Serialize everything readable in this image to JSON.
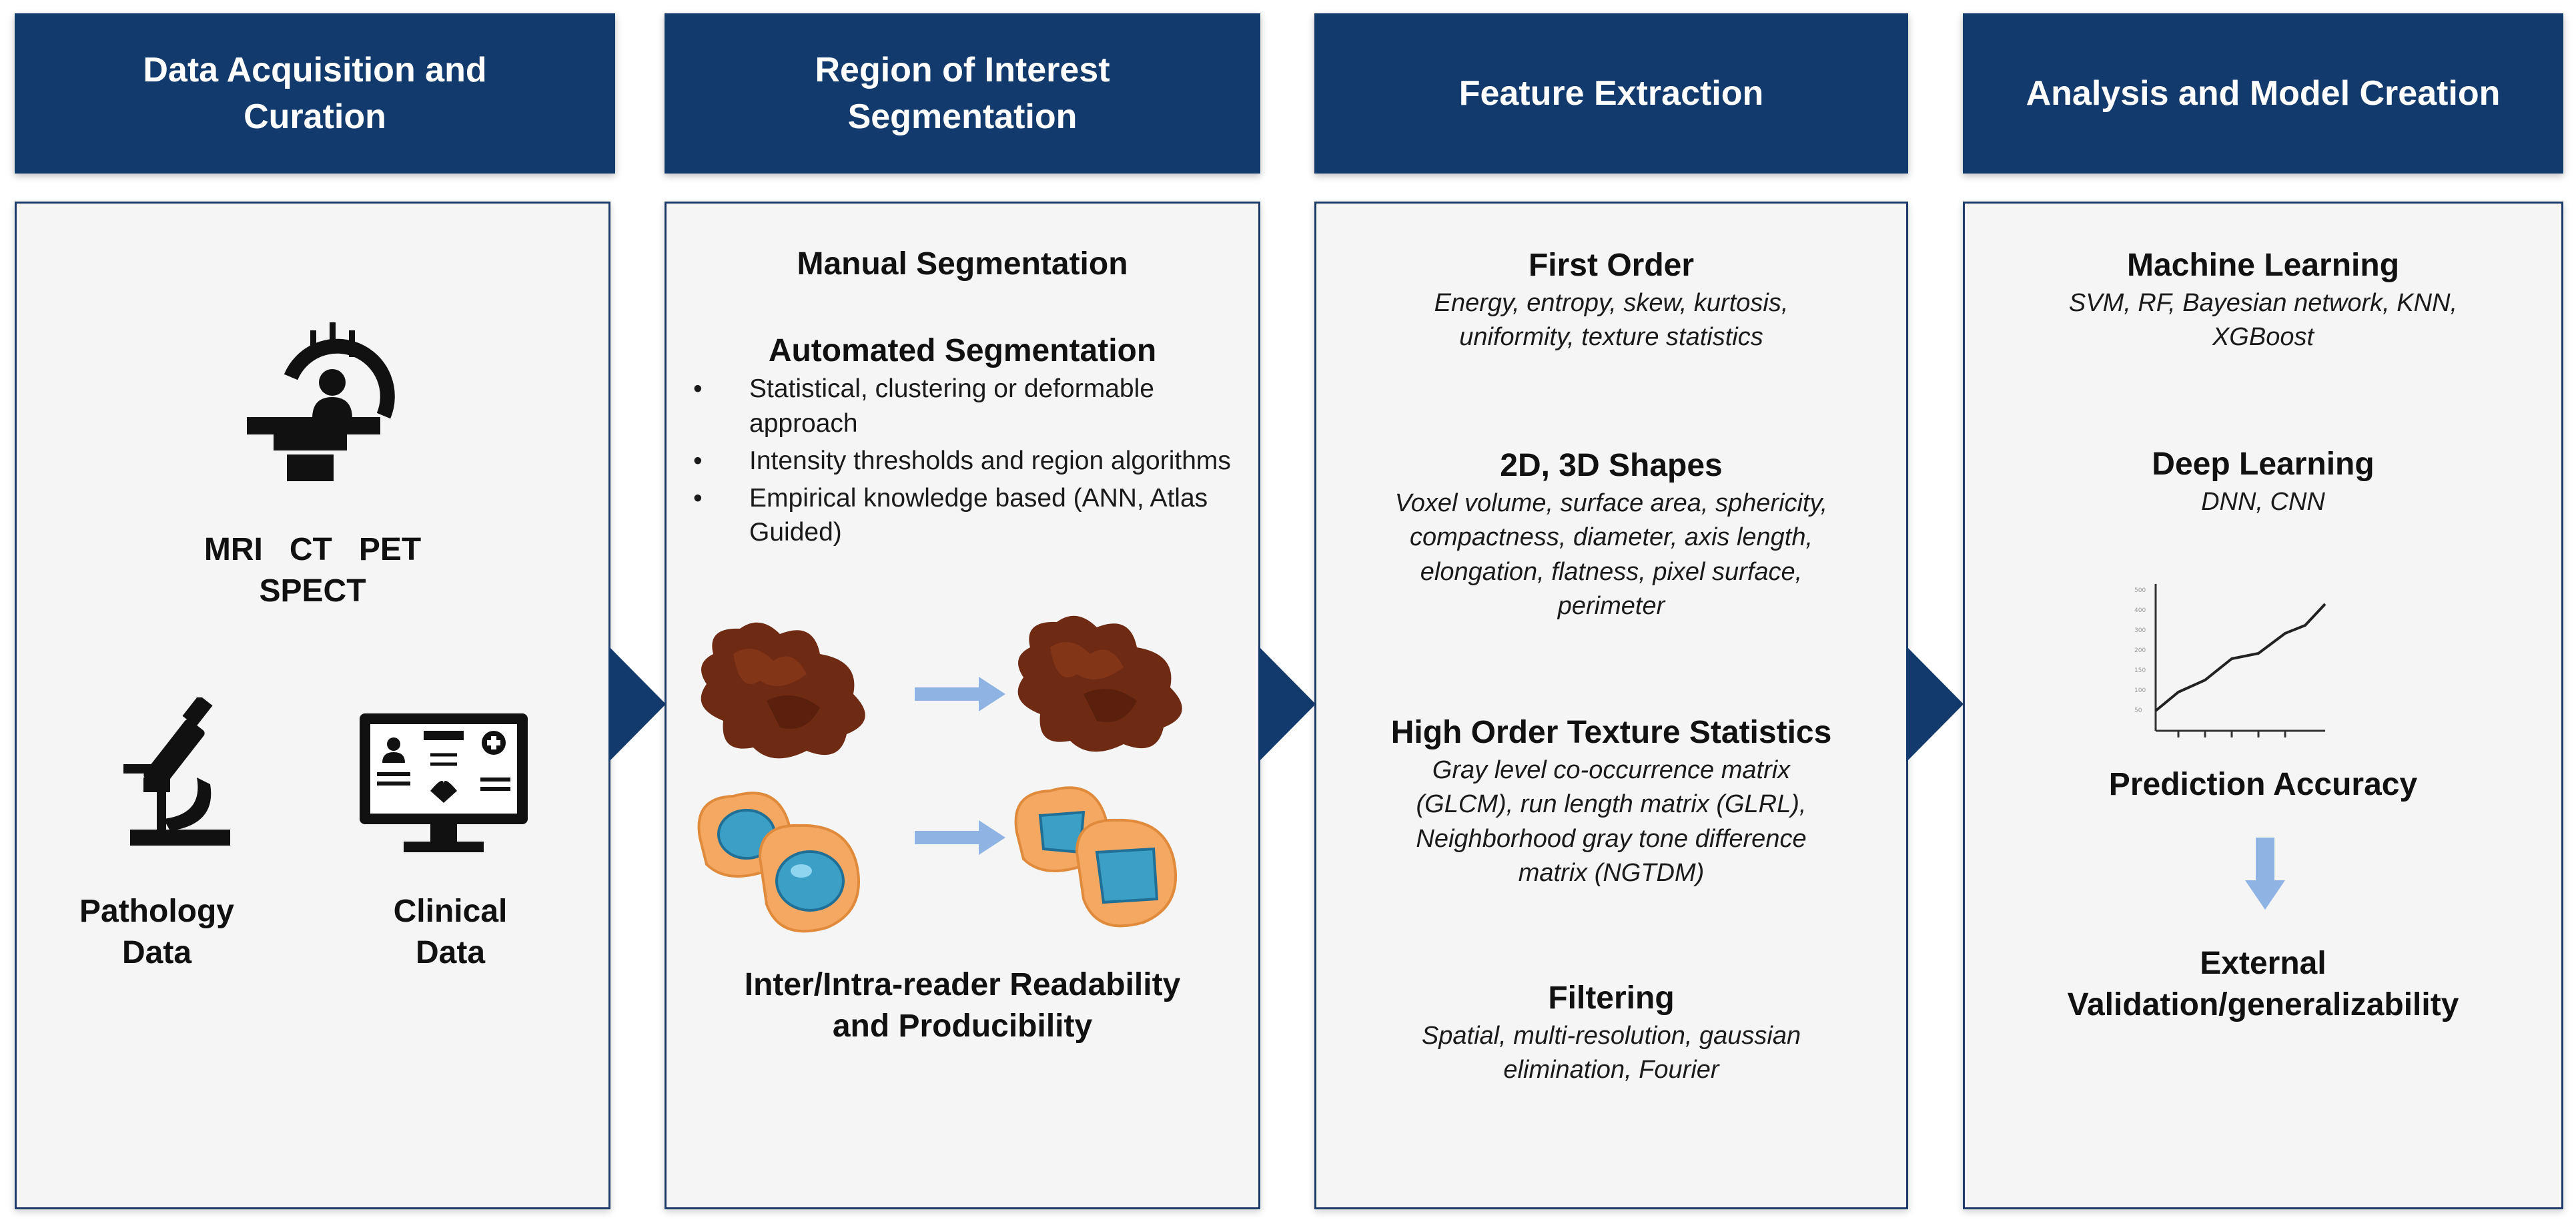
{
  "headers": [
    {
      "line1": "Data Acquisition and",
      "line2": "Curation"
    },
    {
      "line1": "Region of Interest",
      "line2": "Segmentation"
    },
    {
      "line1": "Feature Extraction"
    },
    {
      "line1": "Analysis and Model Creation"
    }
  ],
  "panel1": {
    "modalities_line1": "MRI   CT   PET",
    "modalities_line2": "SPECT",
    "pathology_line1": "Pathology",
    "pathology_line2": "Data",
    "clinical_line1": "Clinical",
    "clinical_line2": "Data"
  },
  "panel2": {
    "manual_title": "Manual Segmentation",
    "automated_title": "Automated Segmentation",
    "bullet_char": "•",
    "bullets": [
      "Statistical, clustering or deformable approach",
      "Intensity thresholds and region algorithms",
      "Empirical knowledge based (ANN, Atlas Guided)"
    ],
    "reader_line1": "Inter/Intra-reader Readability",
    "reader_line2": "and Producibility"
  },
  "panel3": {
    "first_order": {
      "title": "First Order",
      "line1": "Energy, entropy, skew, kurtosis,",
      "line2": "uniformity, texture statistics"
    },
    "shapes": {
      "title": "2D, 3D Shapes",
      "line1": "Voxel volume, surface area, sphericity,",
      "line2": "compactness, diameter, axis length,",
      "line3": "elongation, flatness, pixel surface,",
      "line4": "perimeter"
    },
    "texture": {
      "title": "High Order Texture Statistics",
      "line1": "Gray level co-occurrence matrix",
      "line2": "(GLCM), run length matrix (GLRL),",
      "line3": "Neighborhood gray tone difference",
      "line4": "matrix (NGTDM)"
    },
    "filtering": {
      "title": "Filtering",
      "line1": "Spatial, multi-resolution, gaussian",
      "line2": "elimination, Fourier"
    }
  },
  "panel4": {
    "ml_title": "Machine Learning",
    "ml_line1": "SVM, RF, Bayesian network, KNN,",
    "ml_line2": "XGBoost",
    "dl_title": "Deep Learning",
    "dl_line1": "DNN, CNN",
    "prediction": "Prediction Accuracy",
    "external_line1": "External",
    "external_line2": "Validation/generalizability"
  },
  "colors": {
    "header_bg": "#133a6d",
    "header_text": "#ffffff",
    "panel_bg": "#f5f5f5",
    "panel_border": "#1d3b66",
    "connector_arrow": "#133a6d",
    "flow_arrow": "#8fb4e3",
    "tumor": "#6e2a13",
    "cell_outer": "#f4a862",
    "cell_nucleus": "#3b9fc6"
  },
  "icons": [
    "scanner-icon",
    "microscope-icon",
    "clinical-monitor-icon",
    "tumor-image",
    "cell-image",
    "line-chart-icon"
  ]
}
